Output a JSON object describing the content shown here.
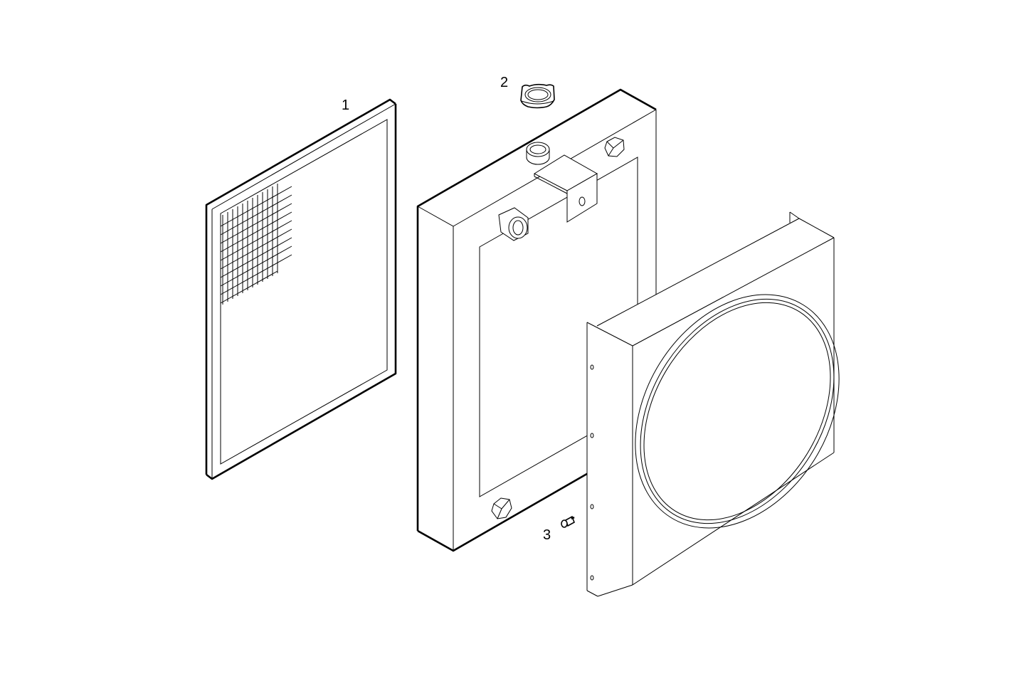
{
  "diagram": {
    "type": "exploded-parts-illustration",
    "background": "#ffffff",
    "line_color": "#000000",
    "parts": [
      {
        "callout": "1",
        "name": "filter-screen-panel",
        "description": "Mesh screen / grille panel"
      },
      {
        "callout": "2",
        "name": "radiator-cap",
        "description": "Filler cap"
      },
      {
        "callout": "3",
        "name": "screw",
        "description": "Fastening bolt"
      }
    ],
    "unlabeled_parts": [
      {
        "name": "radiator-core",
        "description": "Radiator body with inlet/outlet pipes, bracket and hex plugs"
      },
      {
        "name": "fan-shroud",
        "description": "Shroud with circular fan opening and mounting flange holes"
      }
    ]
  },
  "callouts": {
    "c1": "1",
    "c2": "2",
    "c3": "3"
  }
}
